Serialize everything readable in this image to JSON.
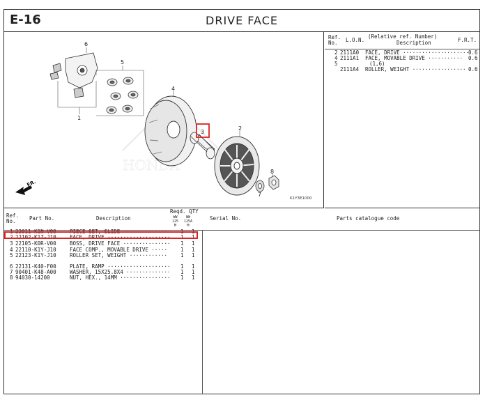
{
  "header": {
    "code": "E-16",
    "title": "DRIVE  FACE"
  },
  "diagram": {
    "callouts": [
      "6",
      "5",
      "4",
      "3",
      "2",
      "1",
      "7",
      "8"
    ],
    "watermark": "HONDA",
    "arrow_label": "FR.",
    "figure_code": "K1Y3E1000"
  },
  "frt_table": {
    "headers": {
      "ref": "Ref.\nNo.",
      "lon": "L.O.N.",
      "desc_1": "(Relative ref. Number)",
      "desc_2": "Description",
      "frt": "F.R.T."
    },
    "rows": [
      {
        "ref": "2",
        "lon": "2111A0",
        "desc": "FACE, DRIVE ·····················",
        "frt": "0.6"
      },
      {
        "ref": "4",
        "lon": "2111A1",
        "desc": "FACE, MOVABLE DRIVE ···········",
        "frt": "0.6"
      },
      {
        "ref": "5",
        "lon": "",
        "desc": "(1,6)",
        "frt": ""
      },
      {
        "ref": "",
        "lon": "2111A4",
        "desc": "ROLLER, WEIGHT ·················",
        "frt": "0.6"
      }
    ]
  },
  "parts_table": {
    "headers": {
      "ref": "Ref.\nNo.",
      "part_no": "Part No.",
      "description": "Description",
      "reqd_qty": "Reqd. QTY",
      "m1": "WW\n125\nM",
      "m2": "WW\n125A\nM",
      "serial": "Serial No.",
      "catalogue": "Parts catalogue code"
    },
    "rows": [
      {
        "ref": "1",
        "part_no": "22011-K1N-V00",
        "desc": "PIECE SET, SLIDE ··············",
        "q1": "1",
        "q2": "1"
      },
      {
        "ref": "2",
        "part_no": "22102-K1Z-J10",
        "desc": "FACE, DRIVE ····················",
        "q1": "1",
        "q2": "1"
      },
      {
        "ref": "3",
        "part_no": "22105-K0R-V00",
        "desc": "BOSS, DRIVE FACE ···············",
        "q1": "1",
        "q2": "1"
      },
      {
        "ref": "4",
        "part_no": "22110-K1Y-J10",
        "desc": "FACE COMP., MOVABLE DRIVE ·····",
        "q1": "1",
        "q2": "1"
      },
      {
        "ref": "5",
        "part_no": "22123-K1Y-J10",
        "desc": "ROLLER SET, WEIGHT ············",
        "q1": "1",
        "q2": "1"
      },
      {
        "ref": "6",
        "part_no": "22131-K40-F00",
        "desc": "PLATE, RAMP ····················",
        "q1": "1",
        "q2": "1"
      },
      {
        "ref": "7",
        "part_no": "90401-K48-A00",
        "desc": "WASHER, 15X25.8X4 ··············",
        "q1": "1",
        "q2": "1"
      },
      {
        "ref": "8",
        "part_no": "94030-14200",
        "desc": "NUT, HEX., 14MM ················",
        "q1": "1",
        "q2": "1"
      }
    ]
  },
  "colors": {
    "highlight": "#dd2222",
    "line": "#333333"
  }
}
